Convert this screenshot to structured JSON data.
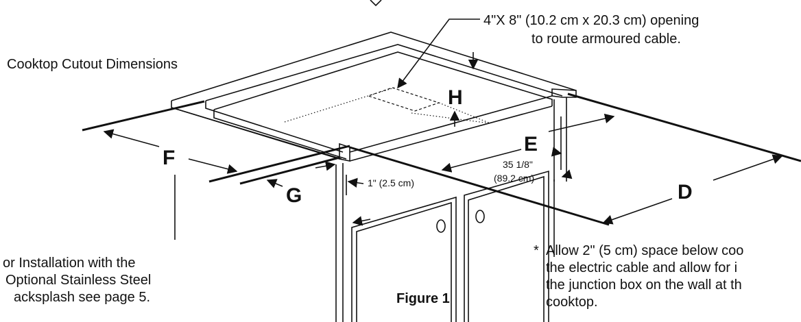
{
  "opening_note": {
    "line1": "4\"X 8\" (10.2 cm x 20.3 cm) opening",
    "line2": "to route armoured cable."
  },
  "cutout_title": "Cooktop Cutout Dimensions",
  "dimension_labels": {
    "d": "D",
    "e": "E",
    "f": "F",
    "g": "G",
    "h": "H"
  },
  "depth_dimension": {
    "imperial": "35 1/8\"",
    "metric": "(89.2 cm)"
  },
  "edge_dimension": "1\" (2.5 cm)",
  "backsplash_note": {
    "line1": "or Installation with the",
    "line2": "Optional Stainless Steel",
    "line3": "acksplash see page 5."
  },
  "figure_caption": "Figure 1",
  "allow_note": {
    "asterisk": "*",
    "line1": "Allow 2\" (5 cm) space below coo",
    "line2": "the electric cable and allow for i",
    "line3": "the junction box on the wall at th",
    "line4": "cooktop."
  }
}
